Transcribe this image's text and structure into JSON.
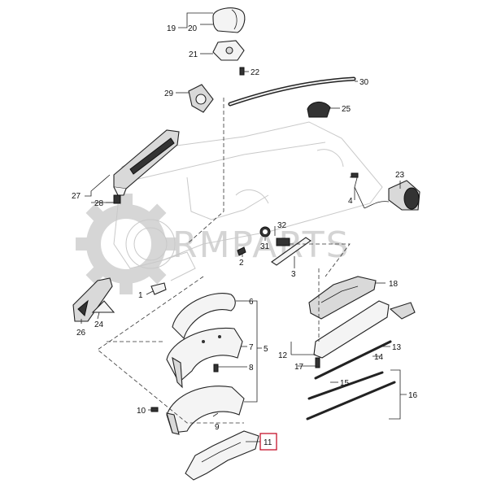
{
  "watermark": {
    "text": "RMPARTS",
    "gear_icon": "gear-icon"
  },
  "highlight_color": "#c0001a",
  "callouts": [
    {
      "id": "c19",
      "text": "19"
    },
    {
      "id": "c20",
      "text": "20"
    },
    {
      "id": "c21",
      "text": "21"
    },
    {
      "id": "c22",
      "text": "22"
    },
    {
      "id": "c30",
      "text": "30"
    },
    {
      "id": "c29",
      "text": "29"
    },
    {
      "id": "c25",
      "text": "25"
    },
    {
      "id": "c27",
      "text": "27"
    },
    {
      "id": "c28",
      "text": "28"
    },
    {
      "id": "c23",
      "text": "23"
    },
    {
      "id": "c4",
      "text": "4"
    },
    {
      "id": "c32",
      "text": "32"
    },
    {
      "id": "c31",
      "text": "31"
    },
    {
      "id": "c2",
      "text": "2"
    },
    {
      "id": "c3",
      "text": "3"
    },
    {
      "id": "c18",
      "text": "18"
    },
    {
      "id": "c1",
      "text": "1"
    },
    {
      "id": "c26",
      "text": "26"
    },
    {
      "id": "c24",
      "text": "24"
    },
    {
      "id": "c6",
      "text": "6"
    },
    {
      "id": "c7",
      "text": "7"
    },
    {
      "id": "c5",
      "text": "5"
    },
    {
      "id": "c8",
      "text": "8"
    },
    {
      "id": "c12",
      "text": "12"
    },
    {
      "id": "c14",
      "text": "14"
    },
    {
      "id": "c13",
      "text": "13"
    },
    {
      "id": "c17",
      "text": "17"
    },
    {
      "id": "c15",
      "text": "15"
    },
    {
      "id": "c16",
      "text": "16"
    },
    {
      "id": "c10",
      "text": "10"
    },
    {
      "id": "c9",
      "text": "9"
    },
    {
      "id": "c11",
      "text": "11"
    }
  ]
}
